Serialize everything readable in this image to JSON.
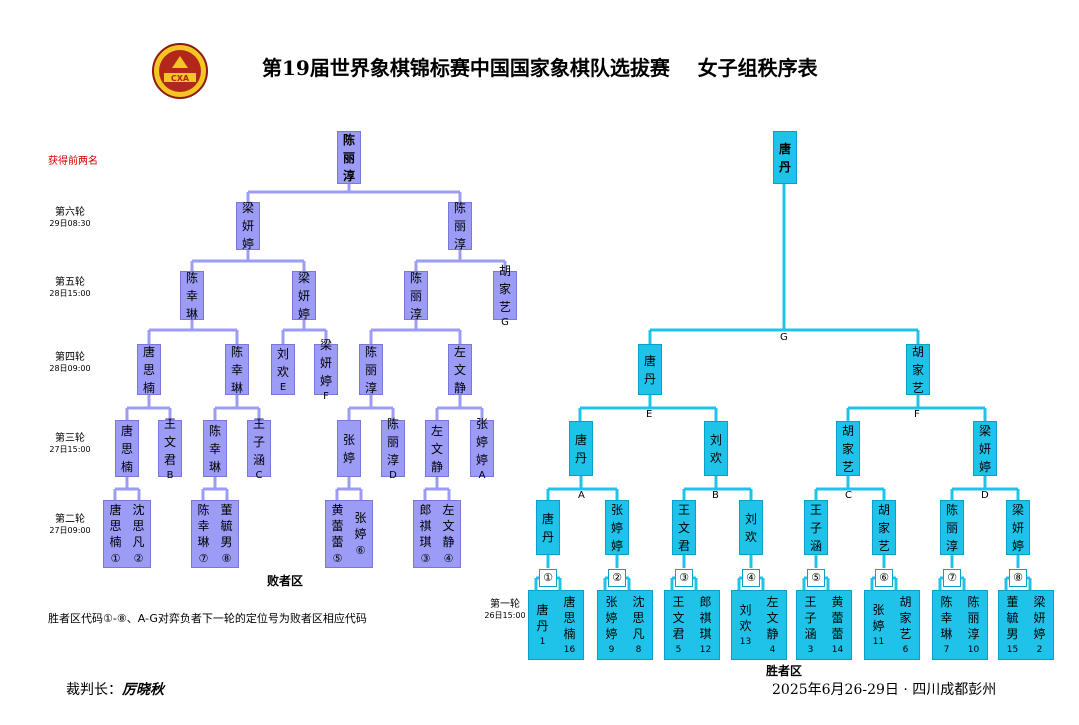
{
  "title": "第19届世界象棋锦标赛中国国家象棋队选拔赛    女子组秩序表",
  "logo_text": "CXA",
  "note_top_two": "获得前两名",
  "rounds": [
    {
      "label": "第六轮",
      "date": "29日08:30"
    },
    {
      "label": "第五轮",
      "date": "28日15:00"
    },
    {
      "label": "第四轮",
      "date": "28日09:00"
    },
    {
      "label": "第三轮",
      "date": "27日15:00"
    },
    {
      "label": "第二轮",
      "date": "27日09:00"
    }
  ],
  "round_one": {
    "label": "第一轮",
    "date": "26日15:00"
  },
  "loser_zone_label": "败者区",
  "winner_zone_label": "胜者区",
  "legend": "胜者区代码①-⑧、A-G对弈负者下一轮的定位号为败者区相应代码",
  "referee_label": "裁判长：",
  "referee_name": "厉晓秋",
  "footer": "2025年6月26-29日 · 四川成都彭州",
  "colors": {
    "winner_box": "#1fc3ea",
    "winner_line": "#1fc3ea",
    "loser_box": "#9c9cf6",
    "loser_line": "#9c9cf6",
    "note": "#d00000"
  },
  "winner_bracket": {
    "champion": "唐丹",
    "r1_pairs": [
      {
        "slot": "①",
        "a": {
          "name": "唐丹",
          "seed": "1"
        },
        "b": {
          "name": "唐思楠",
          "seed": "16"
        }
      },
      {
        "slot": "②",
        "a": {
          "name": "张婷婷",
          "seed": "9"
        },
        "b": {
          "name": "沈思凡",
          "seed": "8"
        }
      },
      {
        "slot": "③",
        "a": {
          "name": "王文君",
          "seed": "5"
        },
        "b": {
          "name": "郎祺琪",
          "seed": "12"
        }
      },
      {
        "slot": "④",
        "a": {
          "name": "刘欢",
          "seed": "13"
        },
        "b": {
          "name": "左文静",
          "seed": "4"
        }
      },
      {
        "slot": "⑤",
        "a": {
          "name": "王子涵",
          "seed": "3"
        },
        "b": {
          "name": "黄蕾蕾",
          "seed": "14"
        }
      },
      {
        "slot": "⑥",
        "a": {
          "name": "张婷",
          "seed": "11"
        },
        "b": {
          "name": "胡家艺",
          "seed": "6"
        }
      },
      {
        "slot": "⑦",
        "a": {
          "name": "陈幸琳",
          "seed": "7"
        },
        "b": {
          "name": "陈丽淳",
          "seed": "10"
        }
      },
      {
        "slot": "⑧",
        "a": {
          "name": "董毓男",
          "seed": "15"
        },
        "b": {
          "name": "梁妍婷",
          "seed": "2"
        }
      }
    ],
    "r2": [
      {
        "name": "唐丹",
        "code": "A",
        "pair": [
          "唐丹",
          "张婷婷"
        ]
      },
      {
        "name": "王文君",
        "code": "B",
        "pair": [
          "王文君",
          "刘欢"
        ]
      },
      {
        "name": "王子涵",
        "code": "C",
        "pair": [
          "王子涵",
          "胡家艺"
        ]
      },
      {
        "name": "陈丽淳",
        "code": "D",
        "pair": [
          "陈丽淳",
          "梁妍婷"
        ]
      }
    ],
    "r3": [
      {
        "code": "E",
        "pair": [
          "唐丹",
          "刘欢"
        ]
      },
      {
        "code": "F",
        "pair": [
          "胡家艺",
          "梁妍婷"
        ]
      }
    ],
    "r4": {
      "code": "G",
      "pair": [
        "唐丹",
        "胡家艺"
      ]
    }
  },
  "loser_bracket": {
    "champion": "陈丽淳",
    "r2_pairs": [
      {
        "a": {
          "name": "唐思楠",
          "tag": "①"
        },
        "b": {
          "name": "沈思凡",
          "tag": "②"
        }
      },
      {
        "a": {
          "name": "陈幸琳",
          "tag": "⑦"
        },
        "b": {
          "name": "董毓男",
          "tag": "⑧"
        }
      },
      {
        "a": {
          "name": "黄蕾蕾",
          "tag": "⑤"
        },
        "b": {
          "name": "张婷",
          "tag": "⑥"
        }
      },
      {
        "a": {
          "name": "郎祺琪",
          "tag": "③"
        },
        "b": {
          "name": "左文静",
          "tag": "④"
        }
      }
    ],
    "r3": [
      {
        "name": "唐思楠",
        "tag": ""
      },
      {
        "name": "王文君",
        "tag": "B"
      },
      {
        "name": "陈幸琳",
        "tag": ""
      },
      {
        "name": "王子涵",
        "tag": "C"
      },
      {
        "name": "张婷",
        "tag": ""
      },
      {
        "name": "陈丽淳",
        "tag": "D"
      },
      {
        "name": "左文静",
        "tag": ""
      },
      {
        "name": "张婷婷",
        "tag": "A"
      }
    ],
    "r4": [
      {
        "name": "唐思楠",
        "tag": ""
      },
      {
        "name": "陈幸琳",
        "tag": ""
      },
      {
        "name": "刘欢",
        "tag": "E"
      },
      {
        "name": "梁妍婷",
        "tag": "F"
      },
      {
        "name": "陈丽淳",
        "tag": ""
      },
      {
        "name": "左文静",
        "tag": ""
      }
    ],
    "r5": [
      {
        "name": "陈幸琳",
        "tag": ""
      },
      {
        "name": "梁妍婷",
        "tag": ""
      },
      {
        "name": "陈丽淳",
        "tag": ""
      },
      {
        "name": "胡家艺",
        "tag": "G"
      }
    ],
    "r6": [
      {
        "name": "梁妍婷",
        "tag": ""
      },
      {
        "name": "陈丽淳",
        "tag": ""
      }
    ]
  }
}
